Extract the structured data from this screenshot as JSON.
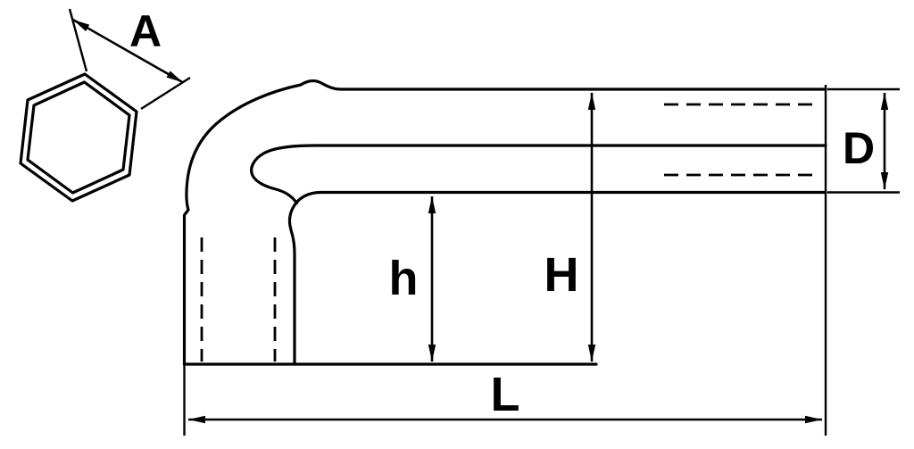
{
  "labels": {
    "socket_size": "A",
    "drive_diameter": "D",
    "short_height": "h",
    "total_height": "H",
    "total_length": "L"
  },
  "colors": {
    "line": "#000000",
    "background": "#ffffff"
  }
}
